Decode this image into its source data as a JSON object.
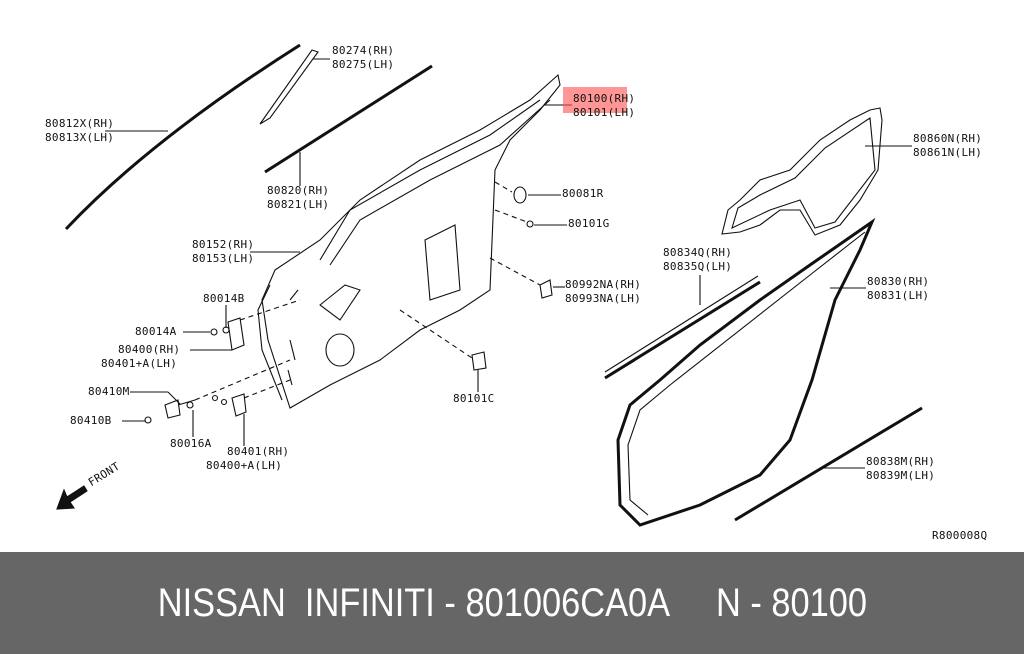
{
  "diagram": {
    "highlight_color": "#ff5050",
    "highlighted_part": "80100(RH)",
    "labels": {
      "p80274": "80274(RH)",
      "p80275": "80275(LH)",
      "p80812x": "80812X(RH)",
      "p80813x": "80813X(LH)",
      "p80820": "80820(RH)",
      "p80821": "80821(LH)",
      "p80152": "80152(RH)",
      "p80153": "80153(LH)",
      "p80100": "80100(RH)",
      "p80101": "80101(LH)",
      "p80081r": "80081R",
      "p80101g": "80101G",
      "p80992na": "80992NA(RH)",
      "p80993na": "80993NA(LH)",
      "p80101c": "80101C",
      "p80014b": "80014B",
      "p80014a": "80014A",
      "p80400": "80400(RH)",
      "p80401a": "80401+A(LH)",
      "p80410m": "80410M",
      "p80410b": "80410B",
      "p80016a": "80016A",
      "p80401": "80401(RH)",
      "p80400a": "80400+A(LH)",
      "p80860n": "80860N(RH)",
      "p80861n": "80861N(LH)",
      "p80834q": "80834Q(RH)",
      "p80835q": "80835Q(LH)",
      "p80830": "80830(RH)",
      "p80831": "80831(LH)",
      "p80838m": "80838M(RH)",
      "p80839m": "80839M(LH)"
    },
    "front_label": "FRONT",
    "drawing_code": "R800008Q"
  },
  "footer": {
    "text": "NISSAN  INFINITI - 801006CA0A     N - 80100"
  }
}
